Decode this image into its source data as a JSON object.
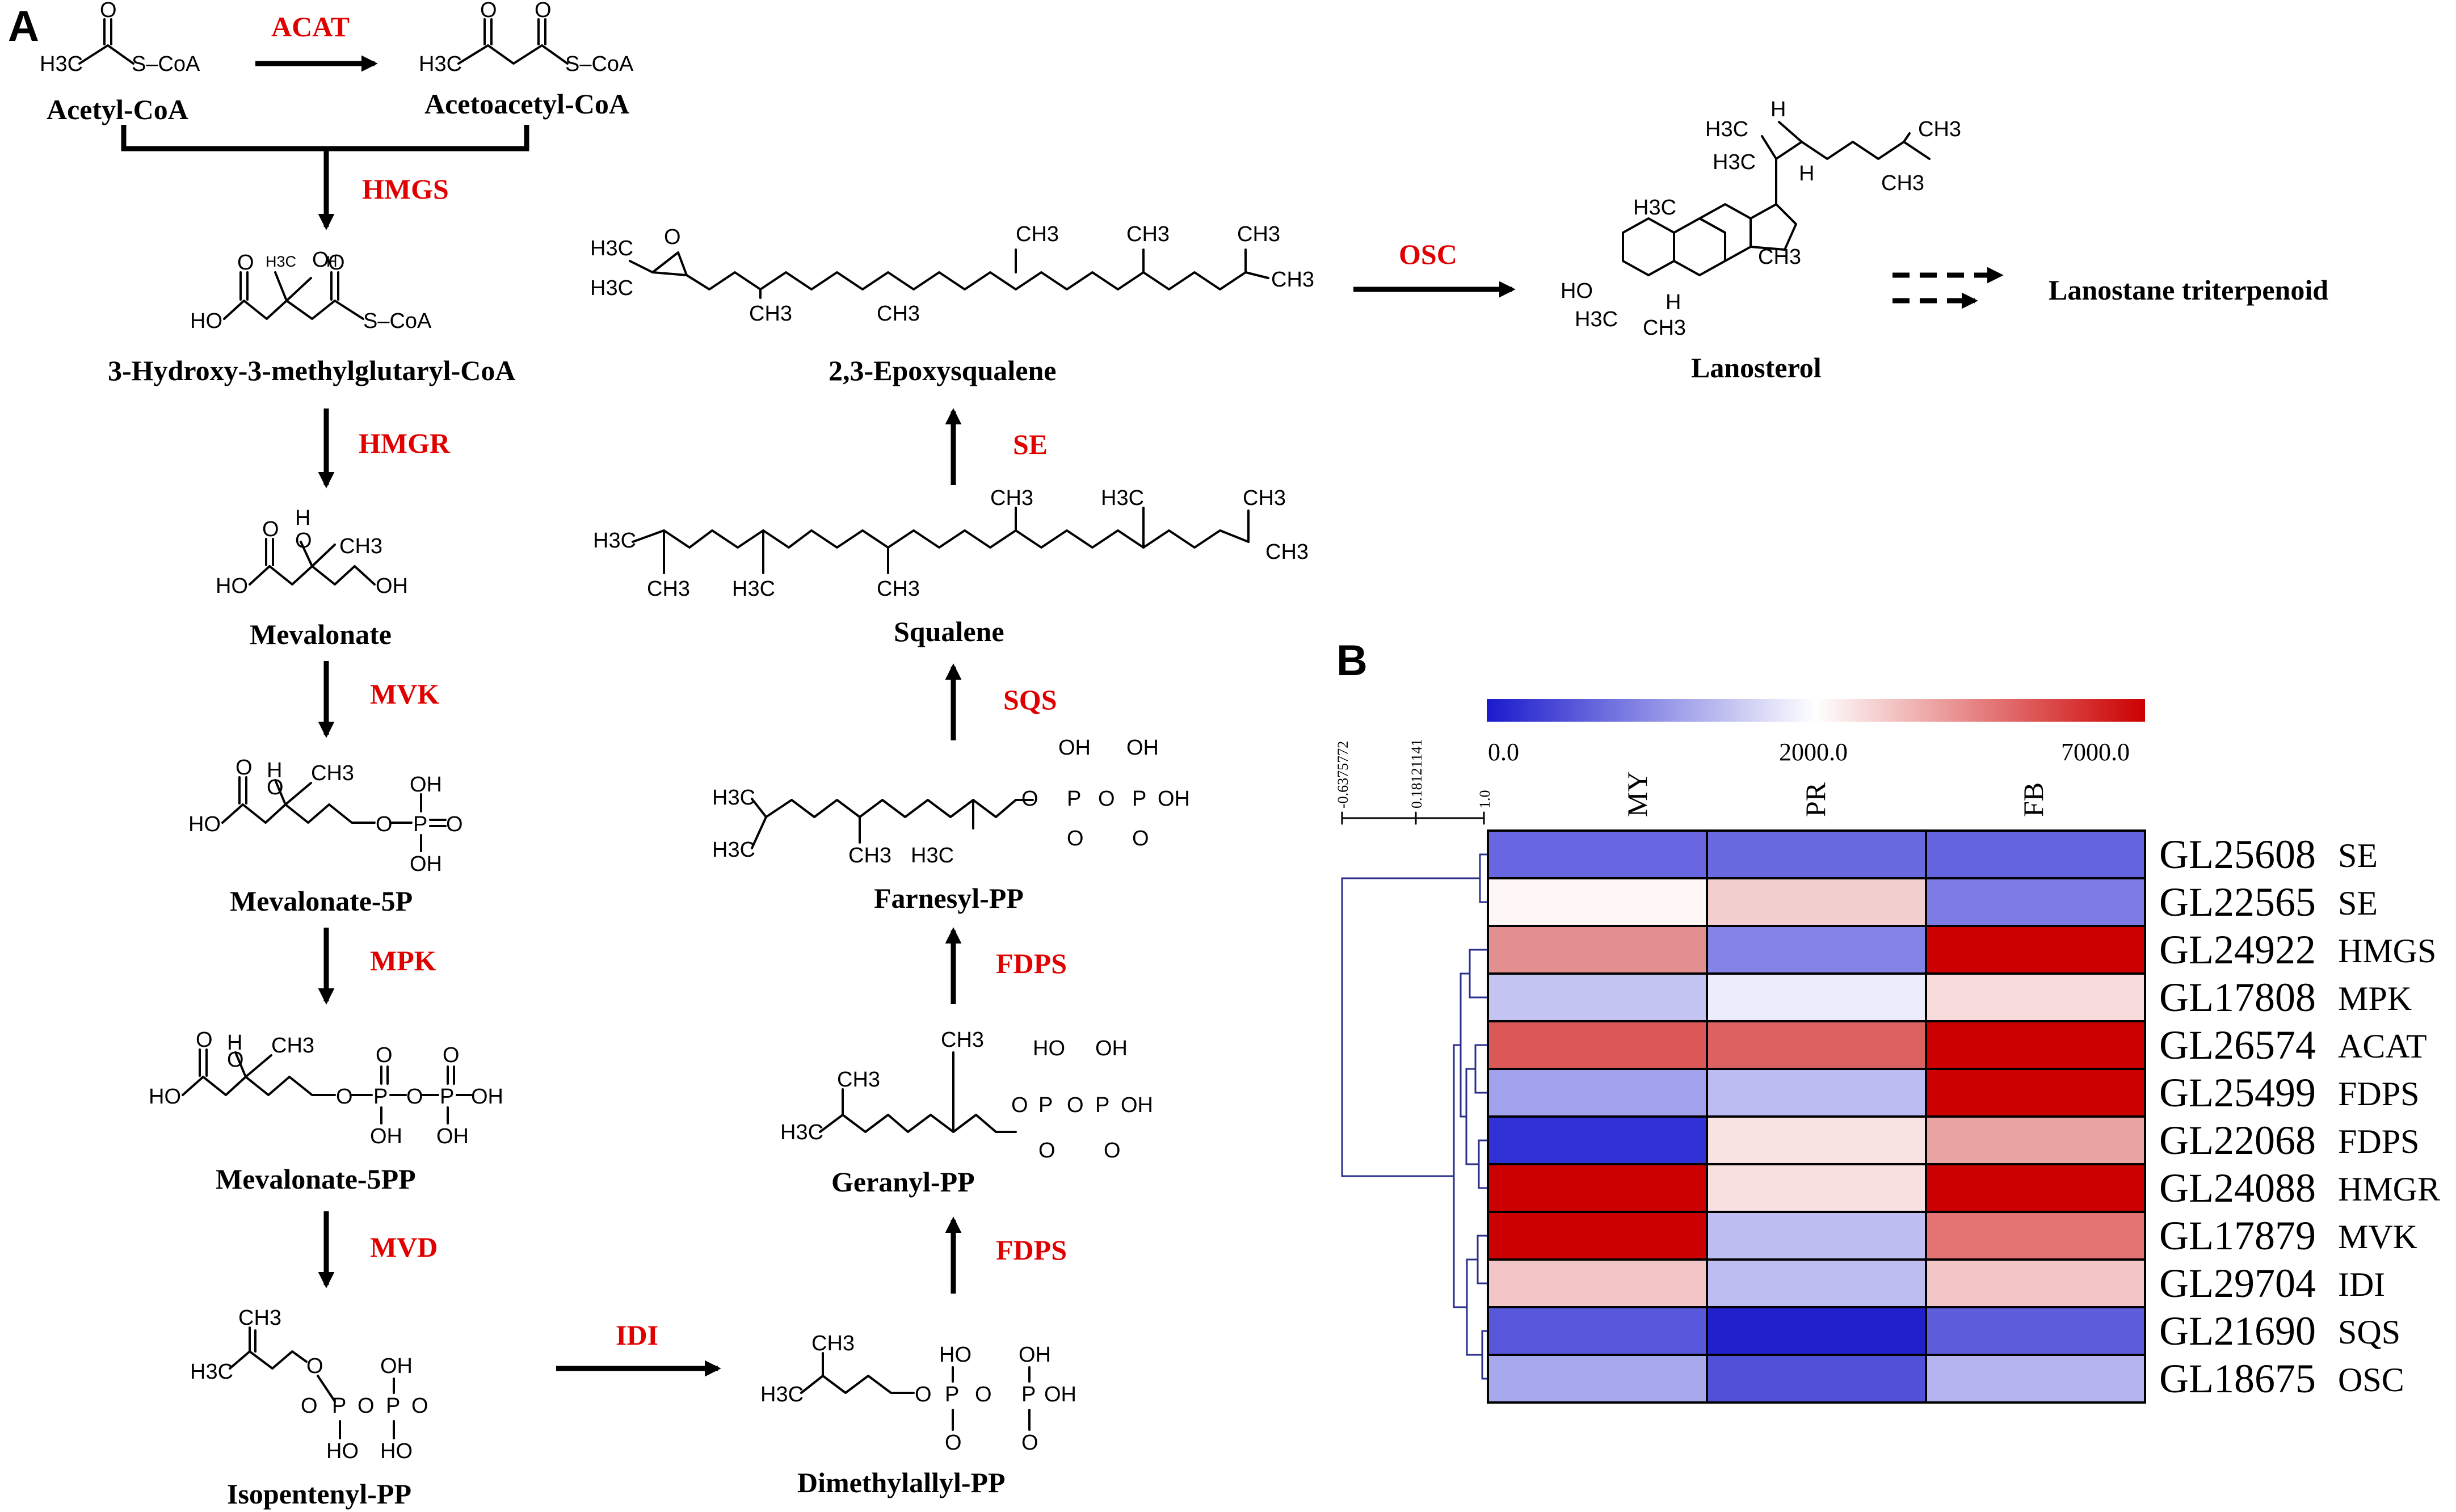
{
  "panel_a": "A",
  "panel_b": "B",
  "compounds": {
    "acetyl_coa": "Acetyl-CoA",
    "acetoacetyl_coa": "Acetoacetyl-CoA",
    "hmg_coa": "3-Hydroxy-3-methylglutaryl-CoA",
    "mevalonate": "Mevalonate",
    "mevalonate_5p": "Mevalonate-5P",
    "mevalonate_5pp": "Mevalonate-5PP",
    "isopentenyl_pp": "Isopentenyl-PP",
    "dimethylallyl_pp": "Dimethylallyl-PP",
    "geranyl_pp": "Geranyl-PP",
    "farnesyl_pp": "Farnesyl-PP",
    "squalene": "Squalene",
    "epoxysqualene": "2,3-Epoxysqualene",
    "lanosterol": "Lanosterol",
    "lanostane": "Lanostane triterpenoid"
  },
  "enzymes": {
    "acat": "ACAT",
    "hmgs": "HMGS",
    "hmgr": "HMGR",
    "mvk": "MVK",
    "mpk": "MPK",
    "mvd": "MVD",
    "idi": "IDI",
    "fdps_1": "FDPS",
    "fdps_2": "FDPS",
    "sqs": "SQS",
    "se": "SE",
    "osc": "OSC"
  },
  "atoms": {
    "h3c": "H3C",
    "ch3": "CH3",
    "o": "O",
    "oh": "OH",
    "ho": "HO",
    "h": "H",
    "p": "P",
    "s_coa": "S–CoA"
  },
  "heatmap": {
    "colorbar_ticks": [
      "0.0",
      "2000.0",
      "7000.0"
    ],
    "colorbar_min": 0,
    "colorbar_max": 7000,
    "colorbar_colors": [
      "#1a1acc",
      "#ffffff",
      "#cc0000"
    ],
    "columns": [
      "MY",
      "PR",
      "FB"
    ],
    "dendro_ticks": [
      "-0.6375772",
      "0.18121141",
      "1.0"
    ],
    "rows": [
      {
        "id": "GL25608",
        "symbol": "SE"
      },
      {
        "id": "GL22565",
        "symbol": "SE"
      },
      {
        "id": "GL24922",
        "symbol": "HMGS"
      },
      {
        "id": "GL17808",
        "symbol": "MPK"
      },
      {
        "id": "GL26574",
        "symbol": "ACAT"
      },
      {
        "id": "GL25499",
        "symbol": "FDPS"
      },
      {
        "id": "GL22068",
        "symbol": "FDPS"
      },
      {
        "id": "GL24088",
        "symbol": "HMGR"
      },
      {
        "id": "GL17879",
        "symbol": "MVK"
      },
      {
        "id": "GL29704",
        "symbol": "IDI"
      },
      {
        "id": "GL21690",
        "symbol": "SQS"
      },
      {
        "id": "GL18675",
        "symbol": "OSC"
      }
    ],
    "cell_colors": [
      [
        "#6866e0",
        "#6a6ae0",
        "#6464e0"
      ],
      [
        "#fff6f6",
        "#f2cece",
        "#7c7ce4"
      ],
      [
        "#e48f8f",
        "#8484e6",
        "#cc0000"
      ],
      [
        "#c4c4f2",
        "#ececfc",
        "#f8dcdc"
      ],
      [
        "#dc5858",
        "#dc6262",
        "#cc0000"
      ],
      [
        "#a2a2ec",
        "#bcbcf2",
        "#cc0000"
      ],
      [
        "#3030d4",
        "#f8e2e2",
        "#eaa4a4"
      ],
      [
        "#cc0000",
        "#f8e0e0",
        "#cc0000"
      ],
      [
        "#cc0000",
        "#bebef2",
        "#e47474"
      ],
      [
        "#f2c6c6",
        "#bdbdf2",
        "#f2c6c6"
      ],
      [
        "#5858dc",
        "#2020cc",
        "#5e5edc"
      ],
      [
        "#a8a8ec",
        "#5050d8",
        "#b4b4f0"
      ]
    ]
  }
}
